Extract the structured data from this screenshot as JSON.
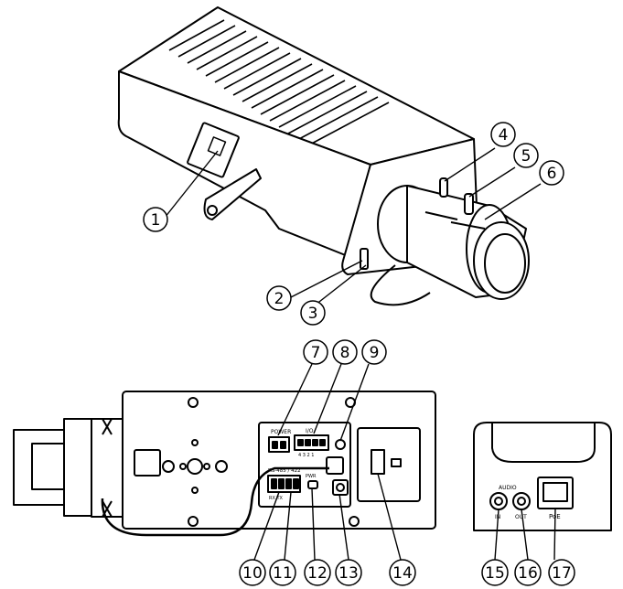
{
  "callouts": [
    "1",
    "2",
    "3",
    "4",
    "5",
    "6",
    "7",
    "8",
    "9",
    "10",
    "11",
    "12",
    "13",
    "14",
    "15",
    "16",
    "17"
  ],
  "panel_labels": {
    "power": "POWER",
    "io": "I/O",
    "io_pins": "4 3 2 1",
    "rs485": "RS-485 / 422",
    "rx_tx": "RX TX",
    "pwr": "PWR",
    "audio": "AUDIO",
    "audio_in": "IN",
    "audio_out": "OUT",
    "poe": "PoE"
  }
}
